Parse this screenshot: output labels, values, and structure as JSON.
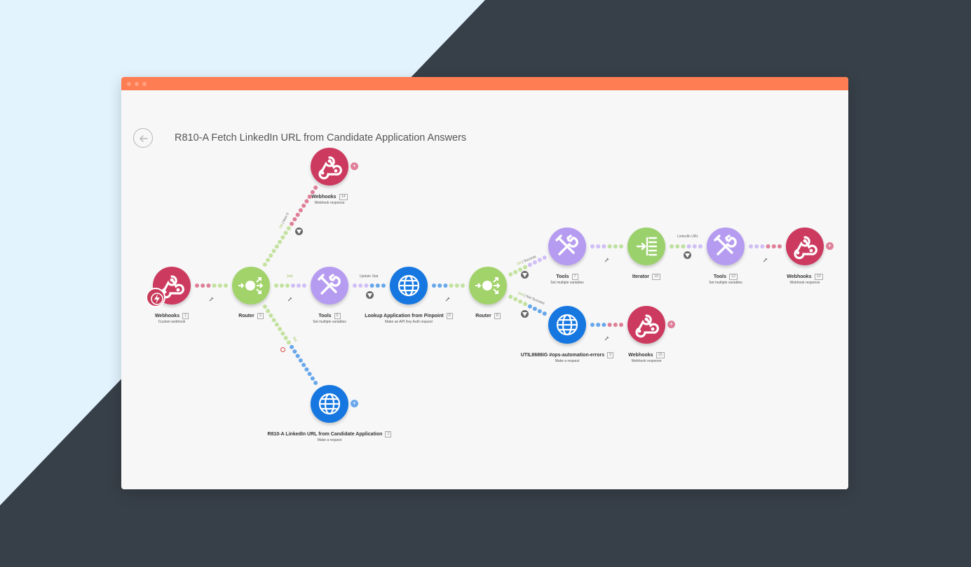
{
  "scenario_title": "R810-A Fetch LinkedIn URL from Candidate Application Answers",
  "colors": {
    "webhooks": "#cc3a5f",
    "router": "#a2d36b",
    "tools": "#b69cf0",
    "http": "#1677e0",
    "iterator": "#9bd16d",
    "titlebar": "#ff7d52",
    "background_dark": "#373f48",
    "background_light": "#e2f3fe"
  },
  "icons": {
    "webhooks": "webhook-icon",
    "router": "router-icon",
    "tools": "tools-icon",
    "http": "globe-icon",
    "iterator": "iterator-icon",
    "trigger": "lightning-icon",
    "back": "arrow-left-icon",
    "filter": "filter-icon"
  },
  "modules": [
    {
      "key": "webhook_trigger",
      "name": "Webhooks",
      "number": "1",
      "subtitle": "Custom webhook",
      "app": "webhooks"
    },
    {
      "key": "router_1",
      "name": "Router",
      "number": "3",
      "subtitle": "",
      "app": "router"
    },
    {
      "key": "webhook_top",
      "name": "Webhooks",
      "number": "14",
      "subtitle": "Webhook response",
      "app": "webhooks"
    },
    {
      "key": "tools_1",
      "name": "Tools",
      "number": "5",
      "subtitle": "Set multiple variables",
      "app": "tools"
    },
    {
      "key": "lookup",
      "name": "Lookup Application from Pinpoint",
      "number": "6",
      "subtitle": "Make an API Key Auth request",
      "app": "http"
    },
    {
      "key": "router_2",
      "name": "Router",
      "number": "8",
      "subtitle": "",
      "app": "router"
    },
    {
      "key": "tools_2",
      "name": "Tools",
      "number": "7",
      "subtitle": "Set multiple variables",
      "app": "tools"
    },
    {
      "key": "iterator",
      "name": "Iterator",
      "number": "10",
      "subtitle": "",
      "app": "iterator"
    },
    {
      "key": "tools_3",
      "name": "Tools",
      "number": "12",
      "subtitle": "Set multiple variables",
      "app": "tools"
    },
    {
      "key": "webhook_end",
      "name": "Webhooks",
      "number": "13",
      "subtitle": "Webhook response",
      "app": "webhooks"
    },
    {
      "key": "util",
      "name": "UTIL8686IG #ops-automation-errors",
      "number": "9",
      "subtitle": "Make a request",
      "app": "http"
    },
    {
      "key": "webhook_fail",
      "name": "Webhooks",
      "number": "15",
      "subtitle": "Webhook response",
      "app": "webhooks"
    },
    {
      "key": "r810",
      "name": "R810-A LinkedIn URL from Candidate Application",
      "number": "2",
      "subtitle": "Make a request",
      "app": "http"
    }
  ],
  "routes": {
    "top": {
      "order": "1st",
      "label": "Item 0"
    },
    "middle": {
      "order": "2nd",
      "label": ""
    },
    "bottom": {
      "order": "3rd",
      "label": ""
    },
    "lookup_filter": {
      "label": "Update Stat"
    },
    "success": {
      "order": "1st",
      "label": "Success"
    },
    "not_success": {
      "order": "2nd",
      "label": "Not Success"
    },
    "linkedin": {
      "label": "LinkedIn URL"
    }
  }
}
